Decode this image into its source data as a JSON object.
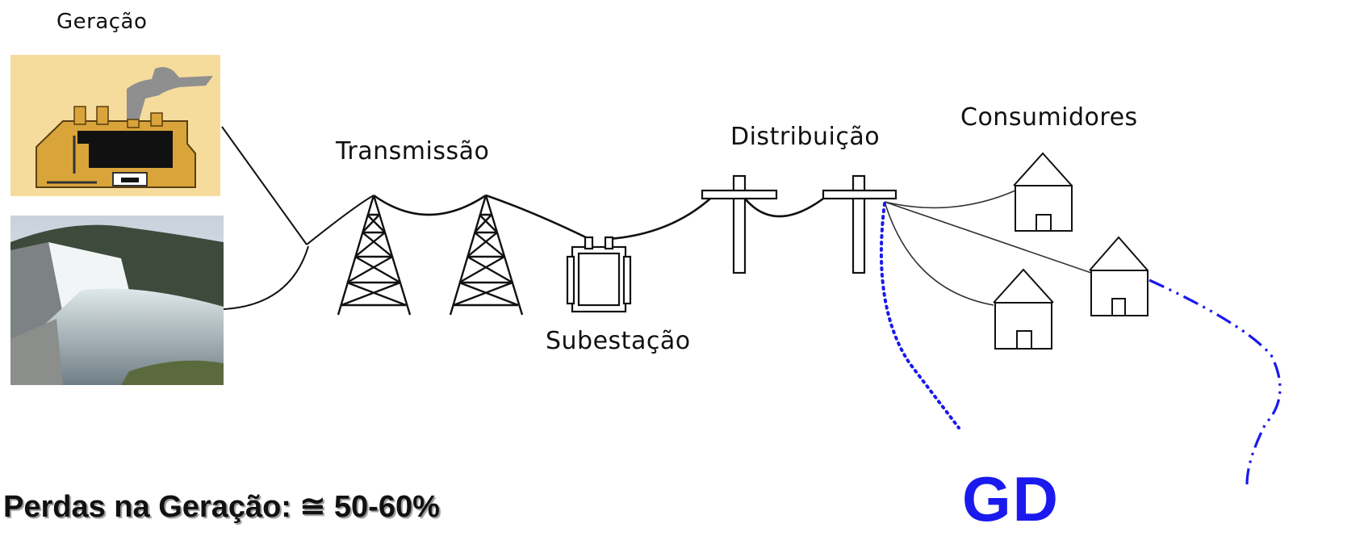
{
  "labels": {
    "generation": "Geração",
    "transmission": "Transmissão",
    "distribution": "Distribuição",
    "consumers": "Consumidores",
    "substation": "Subestação",
    "distributed_generation": "GD",
    "losses": "Perdas na Geração: ≅ 50-60%"
  },
  "icons": {
    "thermal_plant": "thermal-power-plant-icon",
    "hydro_plant": "hydroelectric-dam-photo",
    "tower": "transmission-tower-icon",
    "transformer": "substation-transformer-icon",
    "pole": "distribution-pole-icon",
    "house": "house-icon"
  },
  "colors": {
    "gd_blue": "#1a1aee",
    "plant_yellow": "#d9a43a",
    "plant_bg": "#f6dc9c",
    "line": "#111111"
  }
}
